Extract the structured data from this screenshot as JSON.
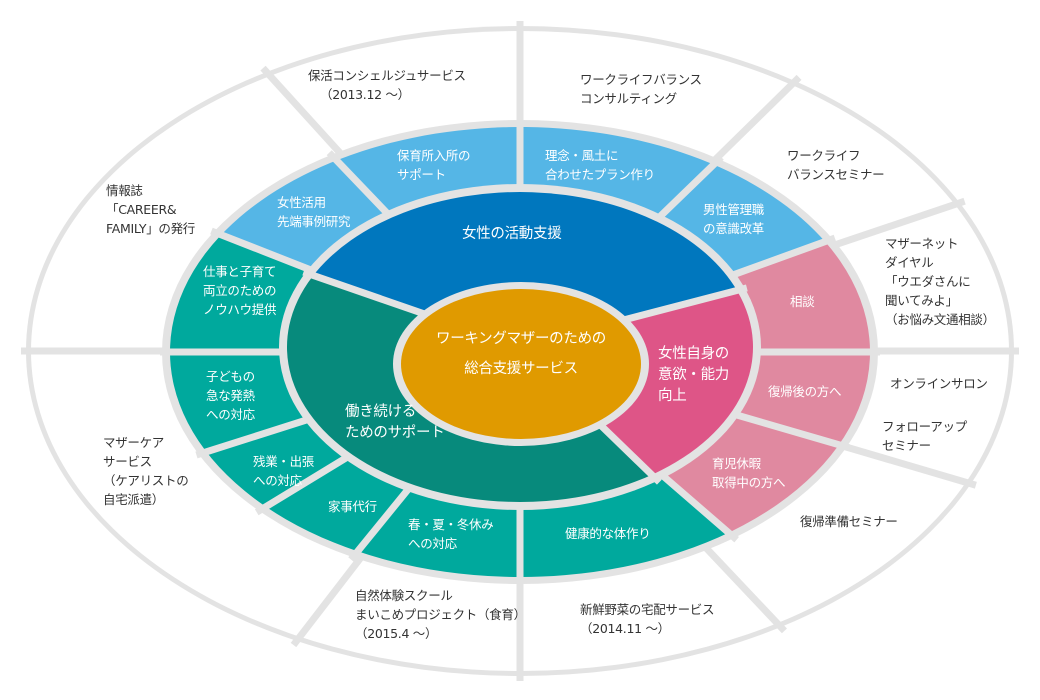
{
  "colors": {
    "outer": "#ffffff",
    "light_blue": "#55B6E6",
    "light_teal": "#00A99D",
    "light_pink": "#E089A0",
    "blue": "#0077BE",
    "dark_teal": "#078A7C",
    "pink": "#DE5587",
    "core": "#E09A00",
    "gap": "#E3E3E3"
  },
  "core": {
    "lines": [
      "ワーキングマザーのための",
      "総合支援サービス"
    ]
  },
  "inner": {
    "women_activity": [
      "女性の活動支援"
    ],
    "keep_working": [
      "働き続ける",
      "ためのサポート"
    ],
    "self_motivation": [
      "女性自身の",
      "意欲・能力",
      "向上"
    ]
  },
  "middle": {
    "nursery": [
      "保育所入所の",
      "サポート"
    ],
    "philosophy": [
      "理念・風土に",
      "合わせたプラン作り"
    ],
    "case_study": [
      "女性活用",
      "先端事例研究"
    ],
    "male_managers": [
      "男性管理職",
      "の意識改革"
    ],
    "knowhow": [
      "仕事と子育て",
      "両立のための",
      "ノウハウ提供"
    ],
    "consult": [
      "相談"
    ],
    "returnees": [
      "復帰後の方へ"
    ],
    "child_fever": [
      "子どもの",
      "急な発熱",
      "への対応"
    ],
    "overtime": [
      "残業・出張",
      "への対応"
    ],
    "parental_leave": [
      "育児休暇",
      "取得中の方へ"
    ],
    "housework": [
      "家事代行"
    ],
    "holidays": [
      "春・夏・冬休み",
      "への対応"
    ],
    "health": [
      "健康的な体作り"
    ]
  },
  "outer": {
    "hokatsu": [
      "保活コンシェルジュサービス",
      "（2013.12 ～）"
    ],
    "wlb_consulting": [
      "ワークライフバランス",
      "コンサルティング"
    ],
    "wlb_seminar": [
      "ワークライフ",
      "バランスセミナー"
    ],
    "mother_net": [
      "マザーネット",
      "ダイヤル",
      "「ウエダさんに",
      "聞いてみよ」",
      "（お悩み文通相談）"
    ],
    "online_salon": [
      "オンラインサロン"
    ],
    "followup": [
      "フォローアップ",
      "セミナー"
    ],
    "return_prep": [
      "復帰準備セミナー"
    ],
    "vegetables": [
      "新鮮野菜の宅配サービス",
      "（2014.11 ～）"
    ],
    "nature_school": [
      "自然体験スクール",
      "まいこめプロジェクト（食育）",
      "（2015.4 ～）"
    ],
    "mother_care": [
      "マザーケア",
      "サービス",
      "（ケアリストの",
      "自宅派遣）"
    ],
    "magazine": [
      "情報誌",
      "「CAREER&",
      "FAMILY」の発行"
    ]
  }
}
